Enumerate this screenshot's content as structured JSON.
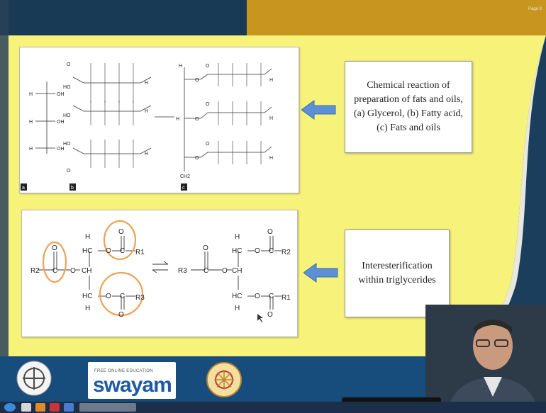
{
  "slide": {
    "page_label": "Page 9",
    "box1_lines": [
      "Chemical reaction of",
      "preparation of fats and oils,",
      "(a) Glycerol, (b) Fatty acid,",
      "(c) Fats and oils"
    ],
    "box2_lines": [
      "Interesterification",
      "within triglycerides"
    ]
  },
  "figure1": {
    "labels": {
      "a": "a",
      "b": "b",
      "c": "c"
    },
    "atoms": {
      "H": "H",
      "OH": "OH",
      "HO": "HO",
      "O": "O",
      "CH2": "CH2"
    }
  },
  "figure2": {
    "left": {
      "H": "H",
      "HC": "HC",
      "CH": "CH",
      "O": "O",
      "C": "C",
      "R1": "R1",
      "R2": "R2",
      "R3": "R3"
    },
    "right": {
      "H": "H",
      "HC": "HC",
      "CH": "CH",
      "O": "O",
      "C": "C",
      "R1": "R1",
      "R2": "R2",
      "R3": "R3"
    }
  },
  "footer": {
    "swayam_tagline": "FREE ONLINE EDUCATION",
    "swayam_word": "swayam"
  },
  "colors": {
    "top_left": "#183a55",
    "top_right": "#c8961e",
    "slide_bg": "#f7f27a",
    "arrow": "#5b8fd6",
    "circle": "#f0a15a"
  }
}
